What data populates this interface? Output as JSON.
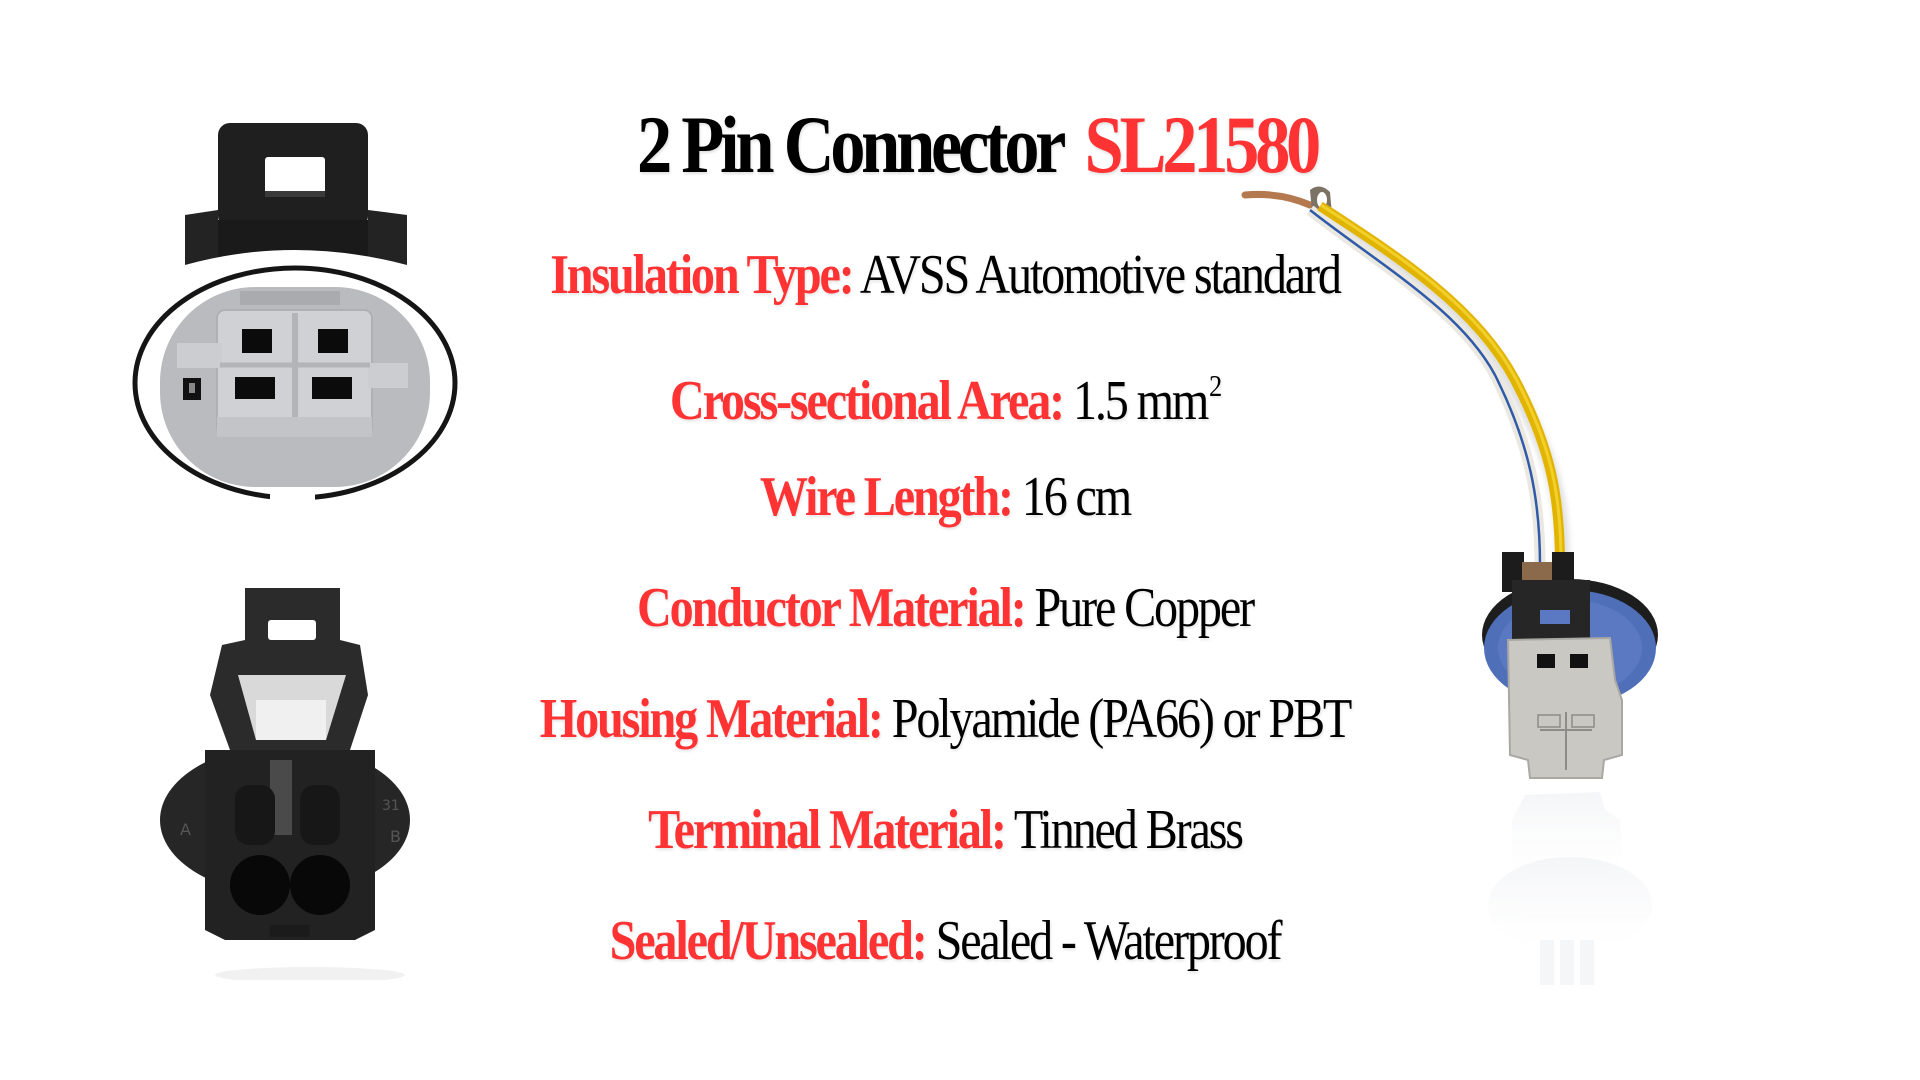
{
  "colors": {
    "accent": "#FF3333",
    "text": "#000000",
    "background": "#FFFFFF",
    "wire_yellow": "#E0B400",
    "wire_white_blue": "#EDEAE3",
    "connector_gray": "#C8CACD",
    "connector_black": "#1E1E1E",
    "seal_blue": "#4F6FB8"
  },
  "title": {
    "prefix": "2 Pin Connector",
    "part_number": "SL21580"
  },
  "specs": [
    {
      "label": "Insulation  Type:",
      "value": "AVSS Automotive standard"
    },
    {
      "label": "Cross-sectional Area:",
      "value": "1.5  mm",
      "value_sup": "2"
    },
    {
      "label": "Wire Length:",
      "value": " 16 cm"
    },
    {
      "label": "Conductor Material:",
      "value": "Pure Copper"
    },
    {
      "label": "Housing Material:",
      "value": "Polyamide (PA66) or PBT"
    },
    {
      "label": "Terminal Material:",
      "value": "Tinned Brass"
    },
    {
      "label": "Sealed/Unsealed:",
      "value": "Sealed - Waterproof"
    }
  ],
  "images": {
    "front_view": "connector-front-view",
    "rear_view": "connector-rear-view",
    "harness": "pigtail-harness-with-reflection",
    "rear_view_markings": [
      "A",
      "B",
      "31"
    ]
  }
}
